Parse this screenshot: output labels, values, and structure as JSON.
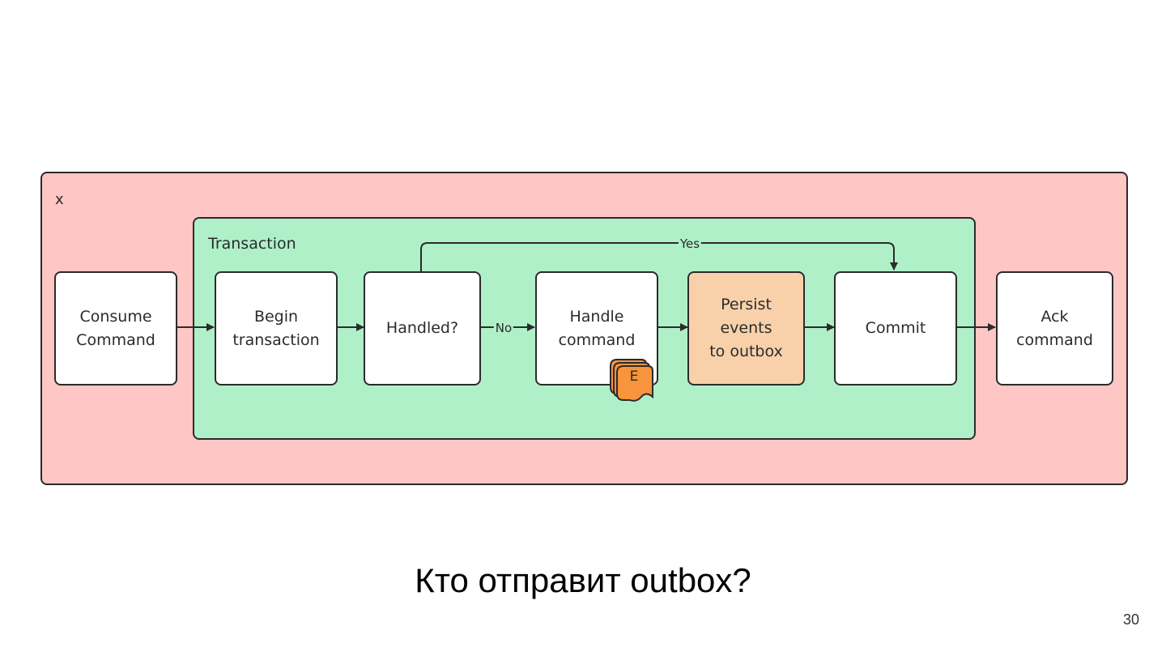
{
  "diagram": {
    "outer_label": "x",
    "transaction_label": "Transaction",
    "nodes": {
      "consume": {
        "line1": "Consume",
        "line2": "Command"
      },
      "begin": {
        "line1": "Begin",
        "line2": "transaction"
      },
      "handled": {
        "line1": "Handled?"
      },
      "handle": {
        "line1": "Handle",
        "line2": "command"
      },
      "persist": {
        "line1": "Persist",
        "line2": "events",
        "line3": "to outbox"
      },
      "commit": {
        "line1": "Commit"
      },
      "ack": {
        "line1": "Ack",
        "line2": "command"
      }
    },
    "edge_labels": {
      "yes": "Yes",
      "no": "No"
    },
    "event_icon_letter": "E"
  },
  "question": "Кто отправит outbox?",
  "page_number": "30",
  "colors": {
    "outer_fill": "#fec6c4",
    "transaction_fill": "#aff0c8",
    "persist_fill": "#f8d1ab",
    "event_fill": "#f7943c",
    "stroke": "#2b2b2b"
  }
}
